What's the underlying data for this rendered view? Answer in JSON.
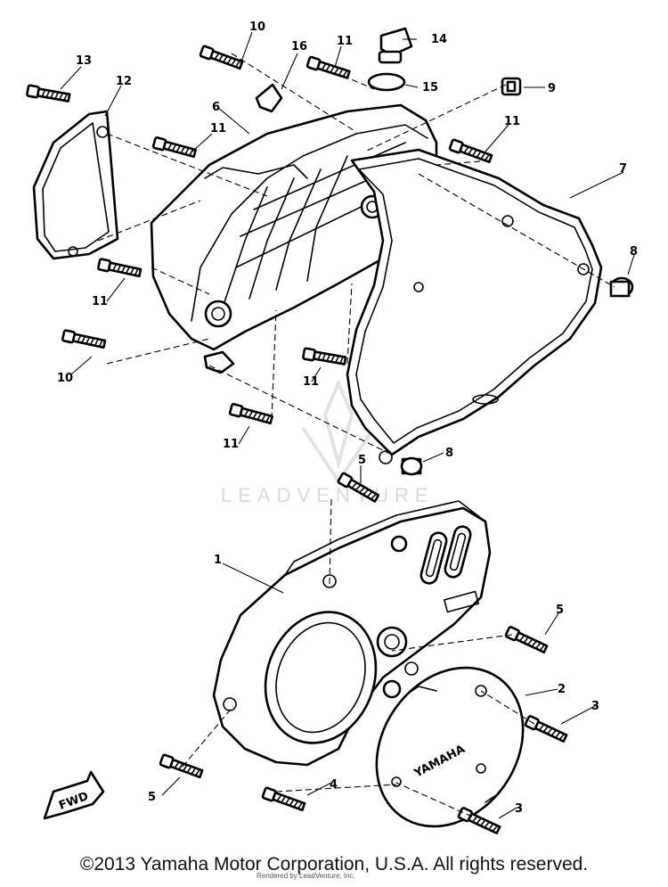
{
  "diagram": {
    "callouts": [
      {
        "id": "c10a",
        "label": "10"
      },
      {
        "id": "c16",
        "label": "16"
      },
      {
        "id": "c11a",
        "label": "11"
      },
      {
        "id": "c14",
        "label": "14"
      },
      {
        "id": "c13",
        "label": "13"
      },
      {
        "id": "c12",
        "label": "12"
      },
      {
        "id": "c15",
        "label": "15"
      },
      {
        "id": "c9",
        "label": "9"
      },
      {
        "id": "c6",
        "label": "6"
      },
      {
        "id": "c11b",
        "label": "11"
      },
      {
        "id": "c11c",
        "label": "11"
      },
      {
        "id": "c7",
        "label": "7"
      },
      {
        "id": "c8a",
        "label": "8"
      },
      {
        "id": "c11d",
        "label": "11"
      },
      {
        "id": "c10b",
        "label": "10"
      },
      {
        "id": "c11e",
        "label": "11"
      },
      {
        "id": "c11f",
        "label": "11"
      },
      {
        "id": "c8b",
        "label": "8"
      },
      {
        "id": "c5a",
        "label": "5"
      },
      {
        "id": "c1",
        "label": "1"
      },
      {
        "id": "c5b",
        "label": "5"
      },
      {
        "id": "c2",
        "label": "2"
      },
      {
        "id": "c3a",
        "label": "3"
      },
      {
        "id": "c5c",
        "label": "5"
      },
      {
        "id": "c4",
        "label": "4"
      },
      {
        "id": "c3b",
        "label": "3"
      }
    ],
    "cover_marking": "YAMAHA",
    "direction_marker": "FWD",
    "watermark": "LEADVENTURE"
  },
  "footer": {
    "copyright": "©2013 Yamaha Motor Corporation, U.S.A. All rights reserved.",
    "rendered_by": "Rendered by LeadVenture, Inc."
  }
}
